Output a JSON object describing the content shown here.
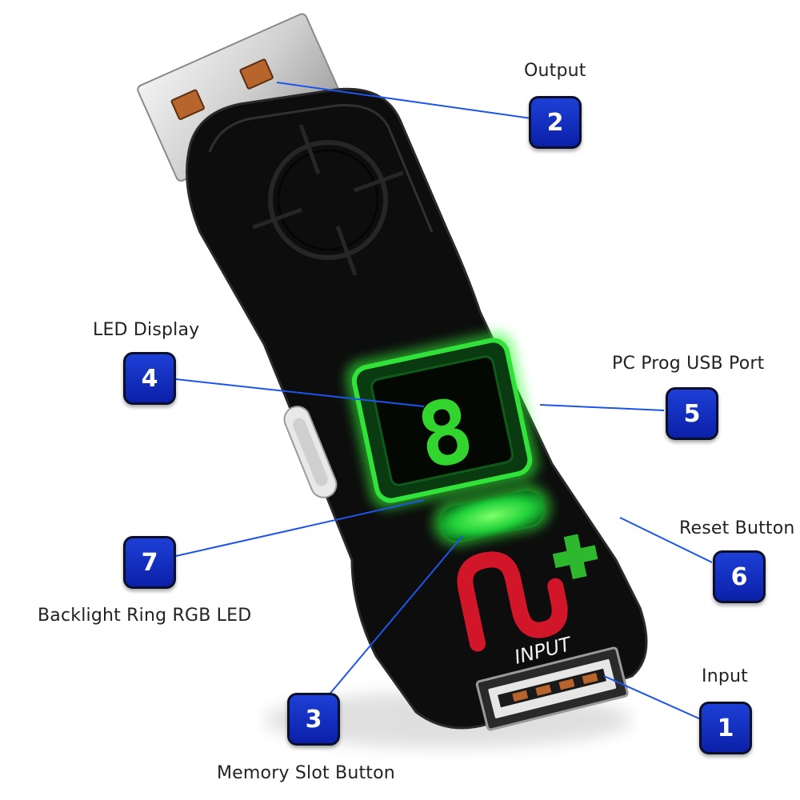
{
  "callouts": [
    {
      "number": "2",
      "label": "Output"
    },
    {
      "number": "4",
      "label": "LED Display"
    },
    {
      "number": "5",
      "label": "PC Prog USB Port"
    },
    {
      "number": "6",
      "label": "Reset Button"
    },
    {
      "number": "7",
      "label": "Backlight Ring RGB LED"
    },
    {
      "number": "1",
      "label": "Input"
    },
    {
      "number": "3",
      "label": "Memory Slot Button"
    }
  ],
  "device": {
    "digit": "8",
    "port_label": "INPUT",
    "colors": {
      "body": "#0d0d0d",
      "led_green": "#39ff3a",
      "logo_red": "#d2162a",
      "logo_green": "#2eb82e",
      "connector_metal": "#d9d9d9",
      "connector_contact": "#b8652d",
      "line_blue": "#1c55e8",
      "badge_blue": "#1238c8"
    }
  }
}
